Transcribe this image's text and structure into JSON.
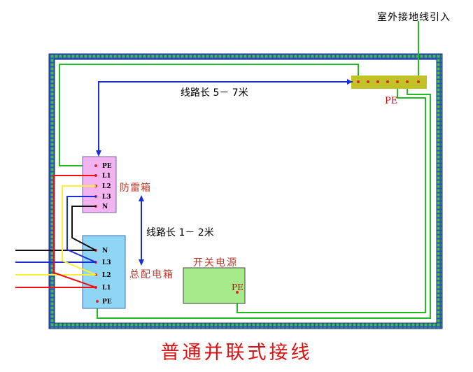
{
  "external_ground_label": "室外接地线引入",
  "line_length_top": "线路长 5－ 7米",
  "line_length_mid": "线路长 1－ 2米",
  "lightning_box": {
    "label": "防雷箱",
    "terminals": [
      "PE",
      "L1",
      "L2",
      "L3",
      "N"
    ]
  },
  "distribution_box": {
    "label": "总配电箱",
    "terminals": [
      "N",
      "L3",
      "L2",
      "L1",
      "PE"
    ]
  },
  "power_supply": {
    "label": "开关电源",
    "pe": "PE"
  },
  "ground_bar_pe": "PE",
  "title": "普通并联式接线",
  "colors": {
    "ground": "#22bb22",
    "L1": "#ee1111",
    "L2": "#ffee33",
    "L3": "#1a2ed6",
    "N": "#111111",
    "arrow": "#1a2ed6",
    "lightning_box_fill": "#f3b3f0",
    "distribution_box_fill": "#8fd6f5",
    "power_supply_fill": "#a6ea8c",
    "ground_bar_fill": "#c2c227"
  }
}
